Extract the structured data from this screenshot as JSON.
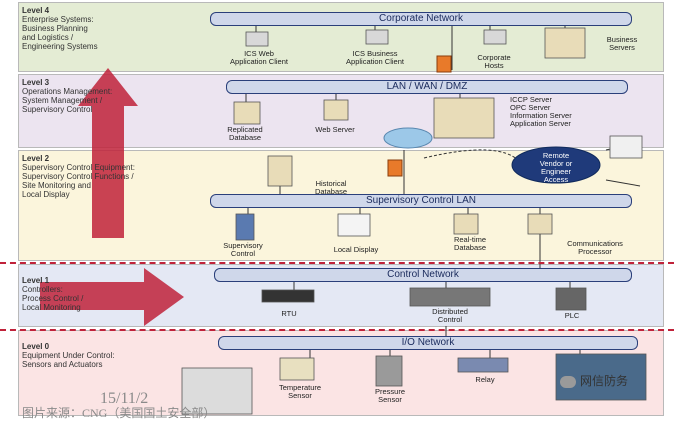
{
  "levels": {
    "l4": {
      "title": "Level 4",
      "lines": [
        "Enterprise Systems:",
        "Business Planning",
        "and Logistics /",
        "Engineering Systems"
      ]
    },
    "l3": {
      "title": "Level 3",
      "lines": [
        "Operations Management:",
        "System Management /",
        "Supervisory Control"
      ]
    },
    "l2": {
      "title": "Level 2",
      "lines": [
        "Supervisory Control Equipment:",
        "Supervisory Control Functions /",
        "Site Monitoring and",
        "Local Display"
      ]
    },
    "l1": {
      "title": "Level 1",
      "lines": [
        "Controllers:",
        "Process Control /",
        "Local Monitoring"
      ]
    },
    "l0": {
      "title": "Level 0",
      "lines": [
        "Equipment Under Control:",
        "Sensors and Actuators"
      ]
    }
  },
  "networks": {
    "corporate": "Corporate Network",
    "lan": "LAN / WAN / DMZ",
    "supervisory": "Supervisory Control LAN",
    "control": "Control Network",
    "io": "I/O Network"
  },
  "nodes": {
    "ics_web": "ICS Web\nApplication Client",
    "ics_business": "ICS Business\nApplication Client",
    "corporate_hosts": "Corporate\nHosts",
    "business_servers": "Business\nServers",
    "replicated_db": "Replicated\nDatabase",
    "web_server": "Web Server",
    "iccp": "ICCP Server\nOPC Server\nInformation Server\nApplication Server",
    "historical_db": "Historical\nDatabase",
    "remote_vendor": "Remote\nVendor or\nEngineer\nAccess",
    "supervisory_ctrl": "Supervisory\nControl",
    "local_display": "Local Display",
    "realtime_db": "Real-time\nDatabase",
    "comm_processor": "Communications\nProcessor",
    "rtu": "RTU",
    "distributed": "Distributed\nControl",
    "plc": "PLC",
    "temp_sensor": "Temperature\nSensor",
    "pressure_sensor": "Pressure\nSensor",
    "relay": "Relay"
  },
  "overlay": {
    "date": "15/11/2",
    "source": "图片来源：CNG（美国国土安全部）",
    "logo": "网信防务"
  },
  "colors": {
    "arrow": "#c0223a",
    "bus": "#2a3f7a",
    "firewall": "#e87a2a",
    "cloud": "#9cc8e8"
  }
}
